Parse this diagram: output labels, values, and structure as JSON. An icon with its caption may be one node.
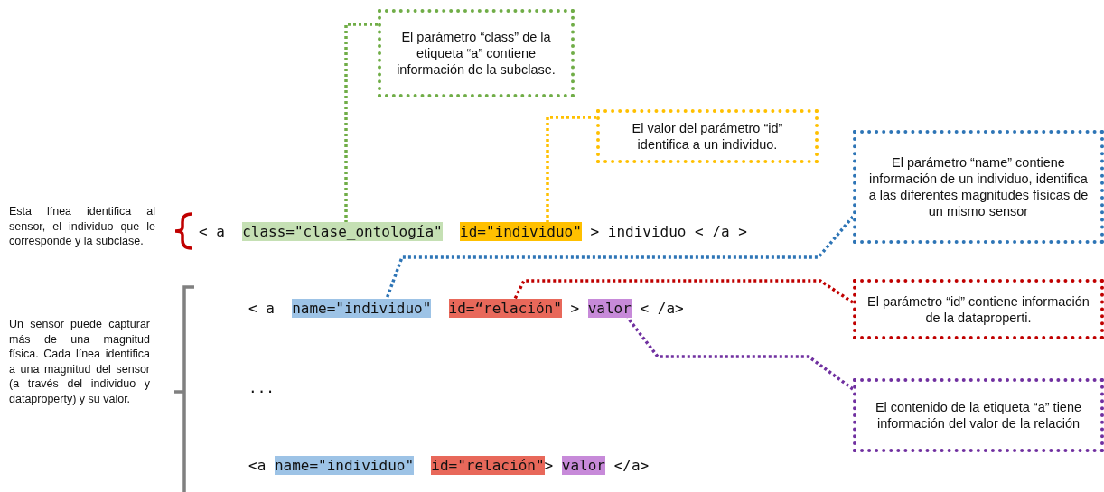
{
  "diagram": {
    "nodes": [
      {
        "text": [
          "El parámetro “class” de la etiqueta “a” contiene información de la subclase."
        ]
      },
      {
        "text": [
          "El valor del parámetro “id” identifica a un individuo."
        ]
      },
      {
        "text": [
          "El parámetro “name” contiene información de un individuo, identifica a las diferentes magnitudes físicas de un mismo sensor"
        ]
      },
      {
        "text": [
          "class=\"clase_ontología\""
        ]
      },
      {
        "text": [
          "id=\"individuo\""
        ]
      },
      {
        "text": [
          "El parámetro “id” contiene información de la dataproperti."
        ]
      },
      {
        "text": [
          "name=\"individuo\""
        ]
      },
      {
        "text": [
          "id=“relación\""
        ]
      },
      {
        "text": [
          "valor"
        ]
      },
      {
        "text": [
          "El contenido de la etiqueta “a” tiene información del valor de la relación"
        ]
      },
      {
        "text": [
          "name=\"individuo\""
        ]
      },
      {
        "text": [
          "id=\"relación\""
        ]
      },
      {
        "text": [
          "valor"
        ]
      }
    ],
    "edges": [
      {
        "from": 0,
        "to": 3,
        "arrow": "none",
        "style": "dashed",
        "color": "#70ad47"
      },
      {
        "from": 1,
        "to": 4,
        "arrow": "none",
        "style": "dashed",
        "color": "#ffc000"
      },
      {
        "from": 2,
        "to": 6,
        "arrow": "none",
        "style": "dashed",
        "color": "#2e75b6"
      },
      {
        "from": 5,
        "to": 7,
        "arrow": "none",
        "style": "dashed",
        "color": "#c00000"
      },
      {
        "from": 9,
        "to": 8,
        "arrow": "none",
        "style": "dashed",
        "color": "#7030a0"
      }
    ],
    "labels": [
      "Esta línea identifica al sensor, el individuo que le corresponde y la subclase.",
      "< a",
      "> individuo < /a >",
      "Un sensor puede capturar más de una magnitud física. Cada línea identifica a una magnitud del sensor (a través del individuo y dataproperty) y su valor.",
      "< a",
      ">",
      "< /a>",
      "...",
      "<a",
      ">",
      "</a>"
    ]
  }
}
